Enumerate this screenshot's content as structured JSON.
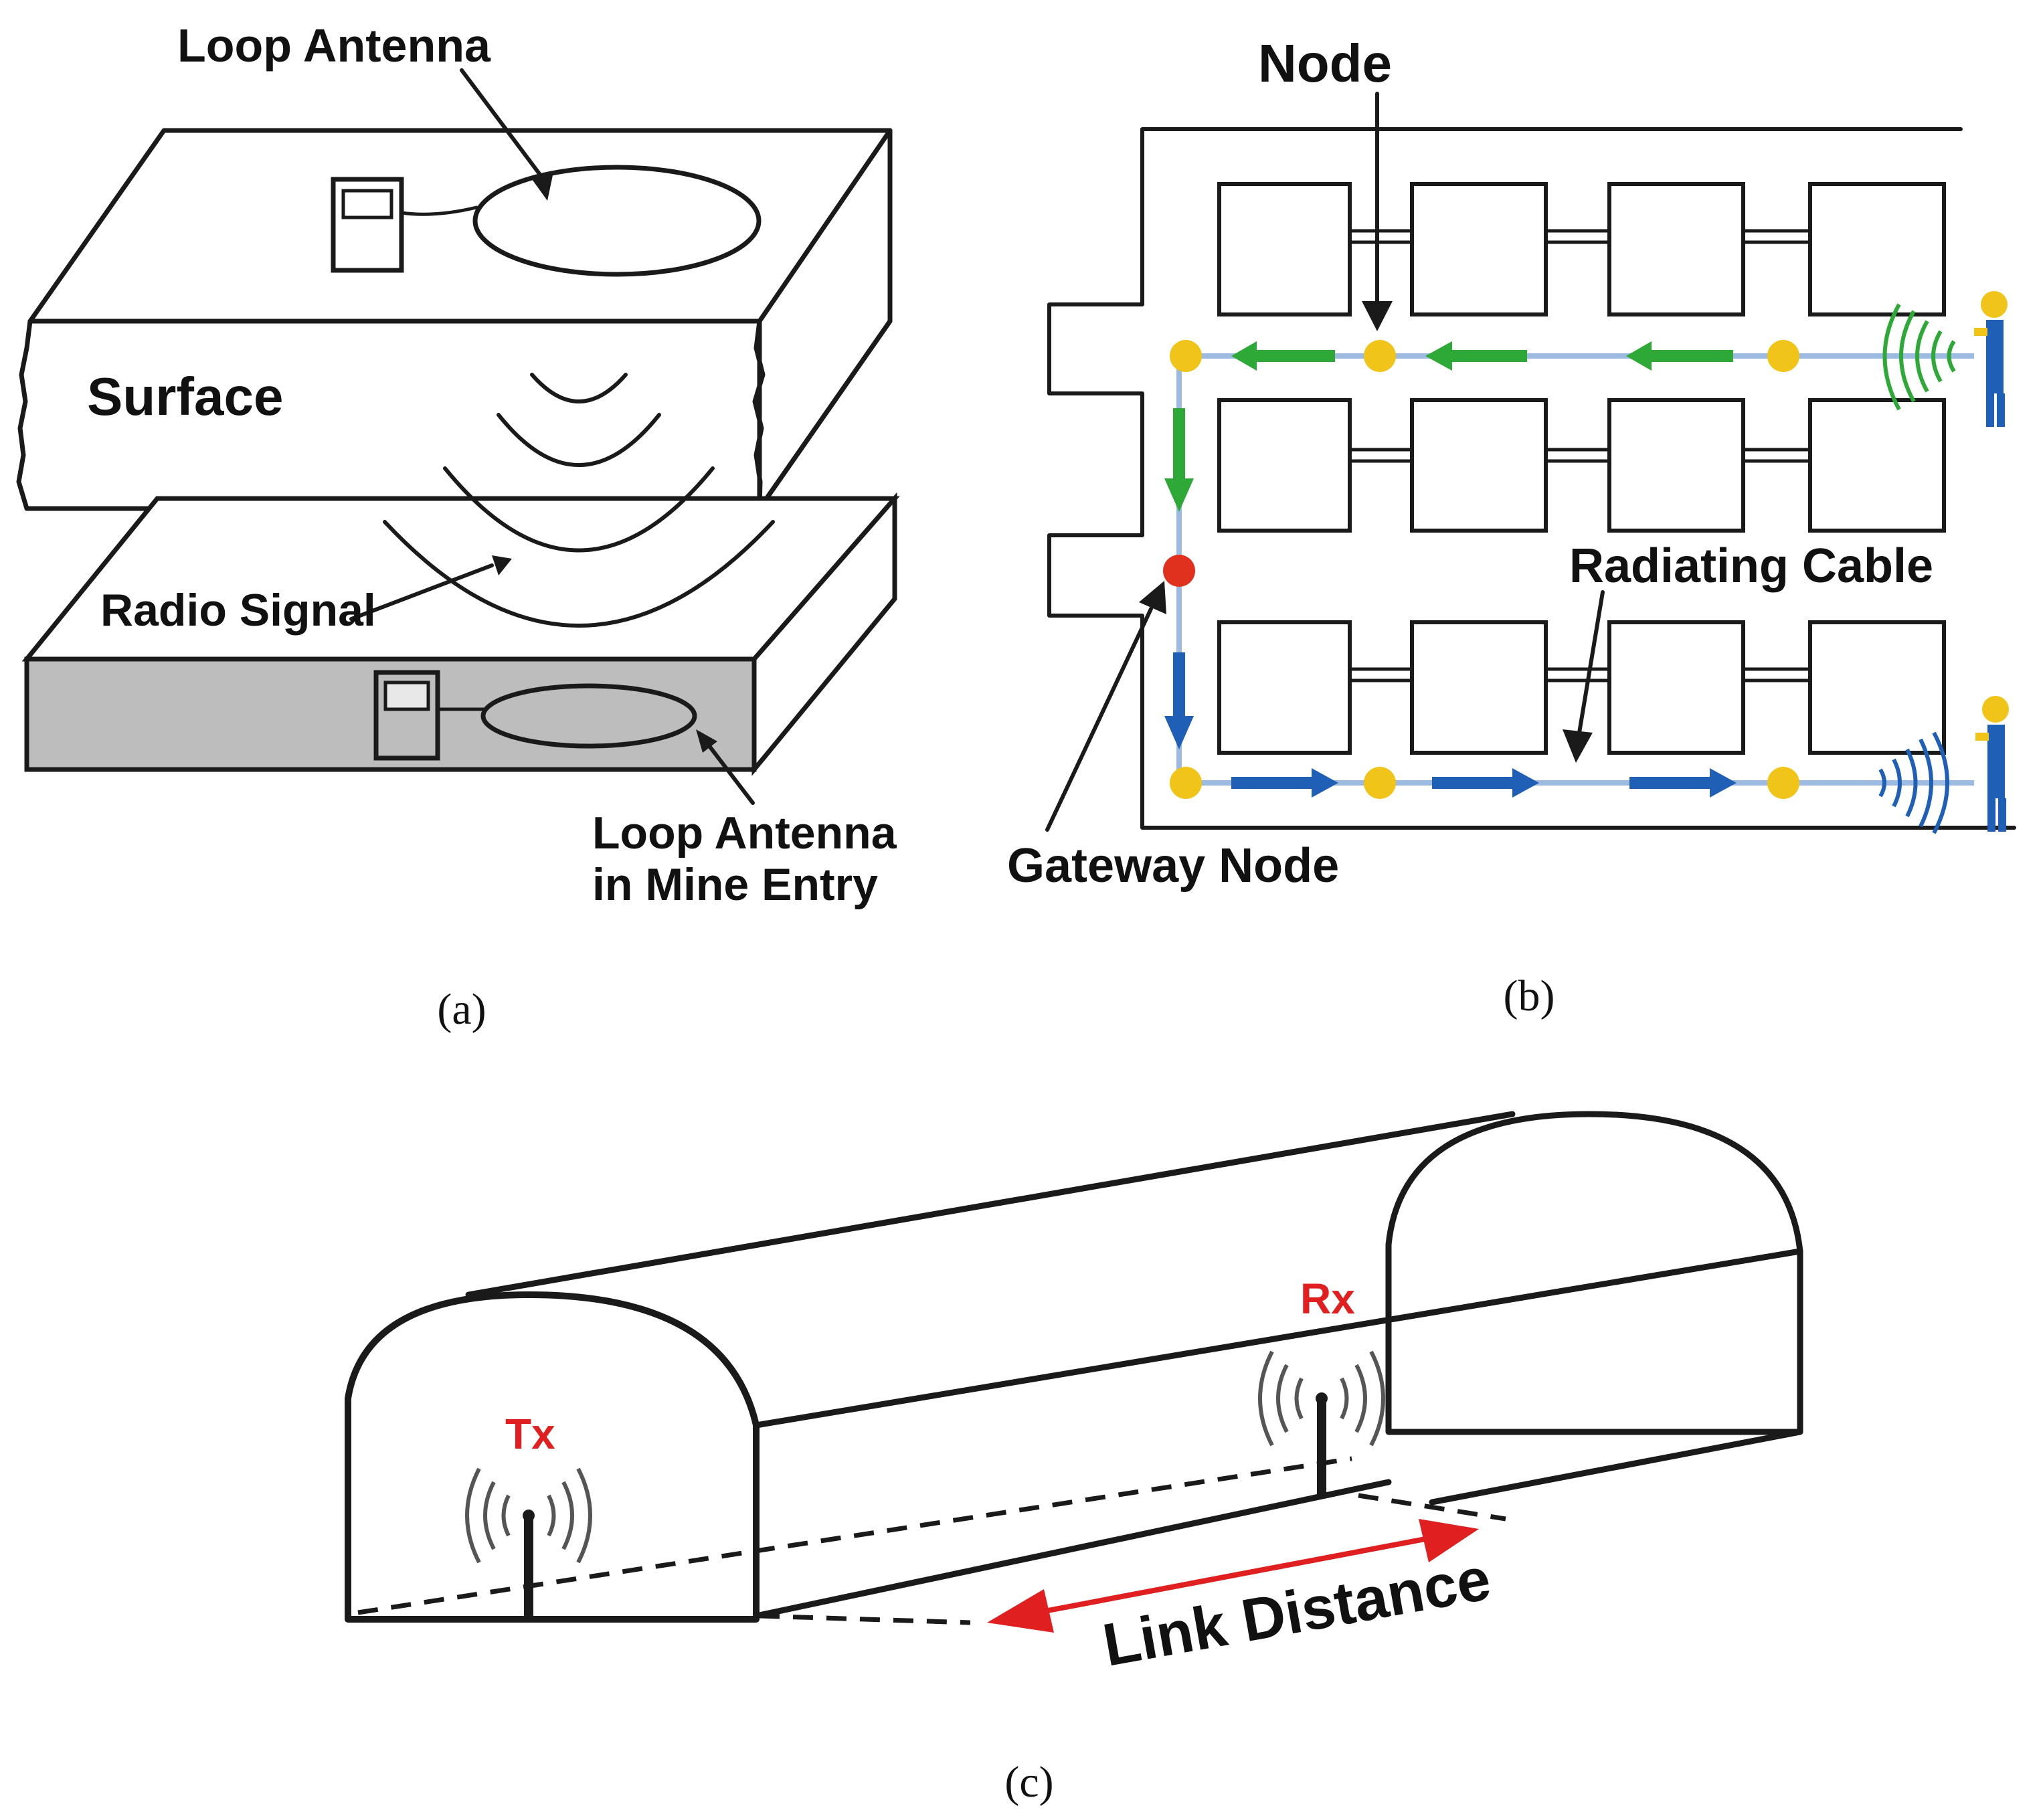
{
  "panel_a": {
    "caption": "(a)",
    "label_loop_antenna": "Loop Antenna",
    "label_surface": "Surface",
    "label_radio_signal": "Radio Signal",
    "label_loop_antenna_mine_line1": "Loop Antenna",
    "label_loop_antenna_mine_line2": "in Mine Entry"
  },
  "panel_b": {
    "caption": "(b)",
    "label_node": "Node",
    "label_radiating_cable": "Radiating Cable",
    "label_gateway_node": "Gateway Node",
    "colors": {
      "uplink_arrow": "#2ea836",
      "downlink_arrow": "#1f5fb5",
      "node": "#f0c419",
      "gateway_node": "#e0301e",
      "cable": "#9dbbe0",
      "worker_helmet": "#f0c419",
      "worker_body": "#1f5fb5"
    }
  },
  "panel_c": {
    "caption": "(c)",
    "label_tx": "Tx",
    "label_rx": "Rx",
    "label_link_distance": "Link Distance",
    "colors": {
      "tx_rx_label": "#e02020",
      "link_arrow": "#e02020"
    }
  }
}
